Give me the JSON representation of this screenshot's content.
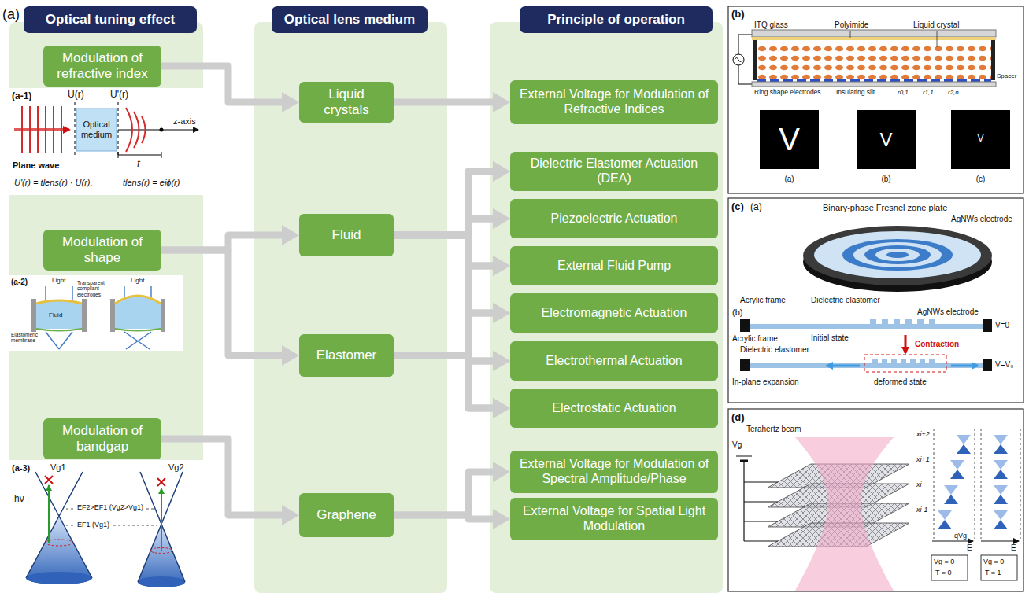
{
  "diagram": {
    "nodes": [
      {
        "text": [
          "Optical tuning effect"
        ]
      },
      {
        "text": [
          "Optical lens medium"
        ]
      },
      {
        "text": [
          "Principle of operation"
        ]
      },
      {
        "text": [
          "Modulation of refractive index"
        ]
      },
      {
        "text": [
          "Modulation of shape"
        ]
      },
      {
        "text": [
          "Modulation of bandgap"
        ]
      },
      {
        "text": [
          "Liquid crystals"
        ]
      },
      {
        "text": [
          "Fluid"
        ]
      },
      {
        "text": [
          "Elastomer"
        ]
      },
      {
        "text": [
          "Graphene"
        ]
      },
      {
        "text": [
          "External Voltage for Modulation of Refractive Indices"
        ]
      },
      {
        "text": [
          "Dielectric Elastomer Actuation (DEA)"
        ]
      },
      {
        "text": [
          "Piezoelectric Actuation"
        ]
      },
      {
        "text": [
          "External Fluid Pump"
        ]
      },
      {
        "text": [
          "Electromagnetic Actuation"
        ]
      },
      {
        "text": [
          "Electrothermal Actuation"
        ]
      },
      {
        "text": [
          "Electrostatic Actuation"
        ]
      },
      {
        "text": [
          "External Voltage for Modulation of Spectral Amplitude/Phase"
        ]
      },
      {
        "text": [
          "External Voltage for Spatial Light Modulation"
        ]
      }
    ],
    "edges": [
      {
        "from": 3,
        "to": 6,
        "arrow": "to"
      },
      {
        "from": 4,
        "to": 7,
        "arrow": "to"
      },
      {
        "from": 4,
        "to": 8,
        "arrow": "to"
      },
      {
        "from": 5,
        "to": 9,
        "arrow": "to"
      },
      {
        "from": 6,
        "to": 10,
        "arrow": "to"
      },
      {
        "from": 7,
        "to": 11,
        "arrow": "to"
      },
      {
        "from": 7,
        "to": 12,
        "arrow": "to"
      },
      {
        "from": 7,
        "to": 13,
        "arrow": "to"
      },
      {
        "from": 7,
        "to": 14,
        "arrow": "to"
      },
      {
        "from": 7,
        "to": 15,
        "arrow": "to"
      },
      {
        "from": 7,
        "to": 16,
        "arrow": "to"
      },
      {
        "from": 8,
        "to": 11,
        "arrow": "to"
      },
      {
        "from": 8,
        "to": 12,
        "arrow": "to"
      },
      {
        "from": 8,
        "to": 13,
        "arrow": "to"
      },
      {
        "from": 8,
        "to": 14,
        "arrow": "to"
      },
      {
        "from": 8,
        "to": 15,
        "arrow": "to"
      },
      {
        "from": 8,
        "to": 16,
        "arrow": "to"
      },
      {
        "from": 9,
        "to": 17,
        "arrow": "to"
      },
      {
        "from": 9,
        "to": 18,
        "arrow": "to"
      }
    ],
    "labels": [
      "(a)",
      "(a-1)",
      "U(r)",
      "U'(r)",
      "Optical medium",
      "Plane wave",
      "f",
      "z-axis",
      "U'(r) = tlens(r) · U(r),",
      "tlens(r) = eiϕ(r)",
      "(a-2)",
      "Light",
      "Light",
      "Transparent compliant electrodes",
      "Fluid",
      "Elastomeric membrane",
      "(a-3)",
      "Vg1",
      "Vg2",
      "ħν",
      "EF2>EF1 (Vg2>Vg1)",
      "EF1 (Vg1)",
      "(b)",
      "ITQ glass",
      "Polyimide",
      "Liquid crystal",
      "Spacer",
      "Ring shape electrodes",
      "Insulating slit",
      "r0,1",
      "r1,1",
      "r2,n",
      "V",
      "V",
      "V",
      "(a)",
      "(b)",
      "(c)",
      "(c)",
      "(a)",
      "Binary-phase Fresnel zone plate",
      "AgNWs electrode",
      "Acrylic frame",
      "Dielectric elastomer",
      "(b)",
      "Acrylic frame",
      "AgNWs electrode",
      "Dielectric elastomer",
      "Initial state",
      "V=0",
      "Contraction",
      "In-plane expansion",
      "deformed state",
      "V=V₀",
      "(d)",
      "Terahertz beam",
      "Vg",
      "xi+2",
      "xi+1",
      "xi",
      "xi-1",
      "qVg",
      "E",
      "E",
      "Vg = 0",
      "T = 0",
      "Vg = 0",
      "T = 1"
    ]
  }
}
